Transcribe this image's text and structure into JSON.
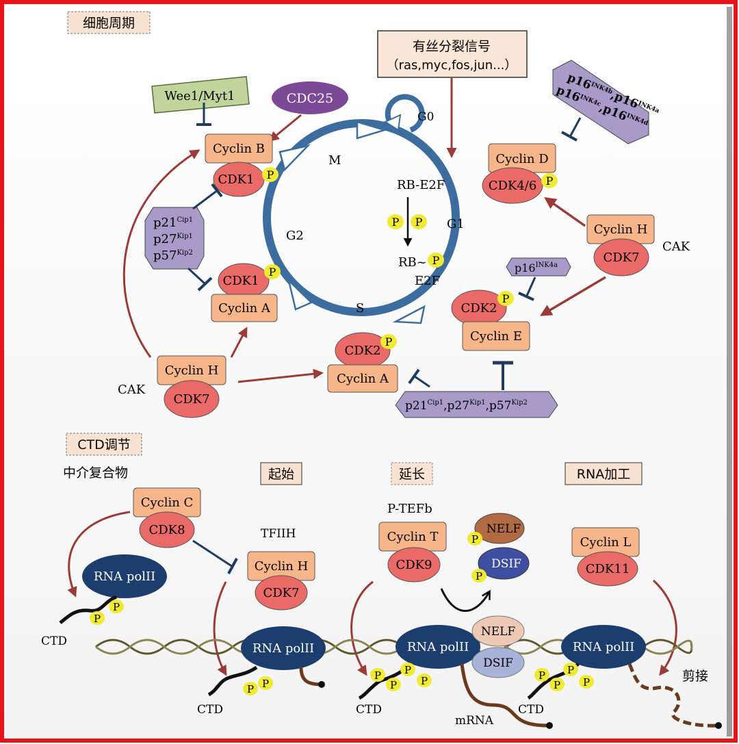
{
  "sections": {
    "cell_cycle": "细胞周期",
    "ctd": "CTD调节",
    "mediator": "中介复合物",
    "initiation": "起始",
    "elongation": "延长",
    "rna_processing": "RNA加工"
  },
  "signal": {
    "line1": "有丝分裂信号",
    "line2": "（ras,myc,fos,jun...）"
  },
  "phases": {
    "g0": "G0",
    "m": "M",
    "g1": "G1",
    "g2": "G2",
    "s": "S",
    "e2f": "E2F"
  },
  "rb": {
    "complex": "RB-E2F",
    "phospho": "RB~"
  },
  "inhibitors": {
    "wee1": "Wee1/Myt1",
    "cdc25": "CDC25",
    "p16_line1": "p16INK4b,p16INK4a",
    "p16_line2": "p16INK4c,p16INK4d",
    "p16ink4a": "p16INK4a",
    "p21_left": "p21Cip1 p27Kip1 p57Kip2",
    "p21_bottom": "p21Cip1,p27Kip1,p57Kip2"
  },
  "sup": {
    "p21": "Cip1",
    "p27": "Kip1",
    "p57": "Kip2",
    "p16": "p16",
    "ink4a": "INK4a",
    "ink4b": "INK4b",
    "ink4c": "INK4c",
    "ink4d": "INK4d"
  },
  "proteins": {
    "cyclin_b": "Cyclin B",
    "cdk1": "CDK1",
    "cyclin_a": "Cyclin A",
    "cyclin_d": "Cyclin D",
    "cdk46": "CDK4/6",
    "cyclin_h": "Cyclin H",
    "cdk7": "CDK7",
    "cdk2": "CDK2",
    "cyclin_e": "Cyclin E",
    "cyclin_c": "Cyclin C",
    "cdk8": "CDK8",
    "cyclin_t": "Cyclin T",
    "cdk9": "CDK9",
    "cyclin_l": "Cyclin L",
    "cdk11": "CDK11",
    "nelf": "NELF",
    "dsif": "DSIF",
    "rna_pol": "RNA polII"
  },
  "labels": {
    "cak": "CAK",
    "p": "P",
    "ctd": "CTD",
    "tfiih": "TFIIH",
    "ptefb": "P-TEFb",
    "mrna": "mRNA",
    "splice": "剪接"
  },
  "colors": {
    "border": "#e8141c",
    "cyclin": "#f6b689",
    "cdk": "#ea6a67",
    "phos": "#f1ea33",
    "inhibitor": "#a99bc9",
    "wee1": "#bfd59b",
    "cdc25": "#7c4996",
    "ring": "#3d6d9f",
    "arrow": "#9b3b37",
    "inhibit": "#1f3b5e",
    "pol": "#1c3e6e",
    "nelf_top": "#b16a42",
    "dsif_top": "#3e4fa2",
    "nelf_dna": "#eecab6",
    "dsif_dna": "#a9b2d9"
  }
}
